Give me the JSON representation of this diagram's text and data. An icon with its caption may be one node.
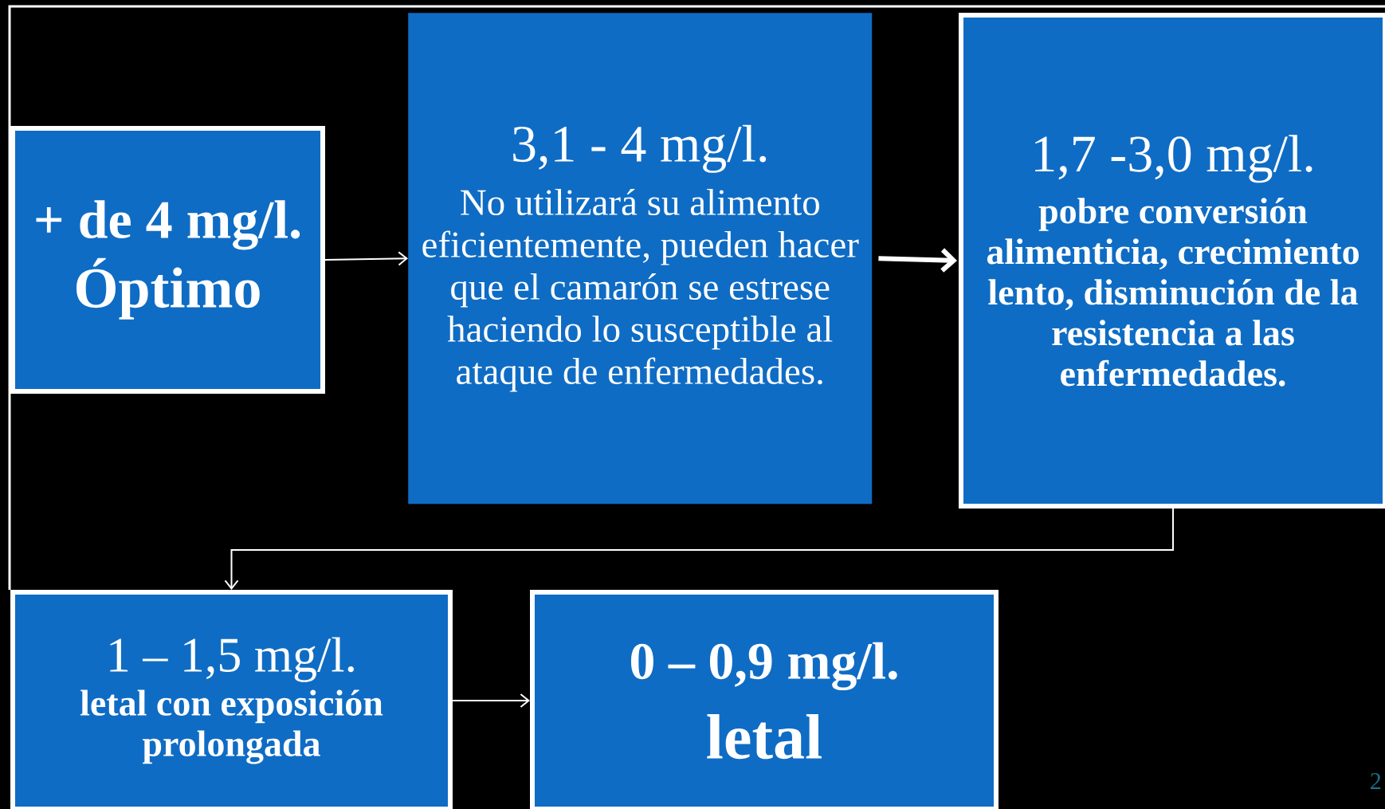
{
  "diagram": {
    "nodes": [
      {
        "text": [
          "+ de 4 mg/l.",
          "Óptimo"
        ]
      },
      {
        "text": [
          "3,1 - 4 mg/l.",
          "No utilizará su alimento eficientemente, pueden hacer que el camarón se estrese haciendo lo susceptible al ataque de enfermedades."
        ]
      },
      {
        "text": [
          "1,7 -3,0 mg/l.",
          "pobre conversión alimenticia, crecimiento lento, disminución de la resistencia a las enfermedades."
        ]
      },
      {
        "text": [
          "1 – 1,5 mg/l.",
          "letal con exposición prolongada"
        ]
      },
      {
        "text": [
          "0 – 0,9 mg/l.",
          "letal"
        ]
      }
    ],
    "edges": [
      {
        "from": 0,
        "to": 1,
        "arrow": "to"
      },
      {
        "from": 1,
        "to": 2,
        "arrow": "to",
        "style": "thick"
      },
      {
        "from": 2,
        "to": 3,
        "arrow": "to"
      },
      {
        "from": 3,
        "to": 4,
        "arrow": "to"
      }
    ],
    "labels": [
      "2"
    ]
  }
}
